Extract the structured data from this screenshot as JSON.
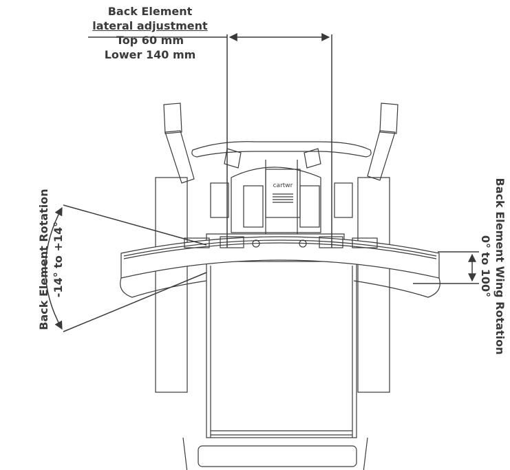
{
  "labels": {
    "top": {
      "line1": "Back Element",
      "line2": "lateral adjustment",
      "line3": "Top 60 mm",
      "line4": "Lower 140 mm"
    },
    "left": {
      "line1": "Back Element Rotation",
      "line2": "-14° to +14°"
    },
    "right": {
      "line1": "Back Element Wing Rotation",
      "line2": "0° to 100°"
    }
  },
  "badge": "cartwr",
  "colors": {
    "line": "#3a3a3a",
    "text": "#3a3a3a",
    "background": "#ffffff"
  }
}
